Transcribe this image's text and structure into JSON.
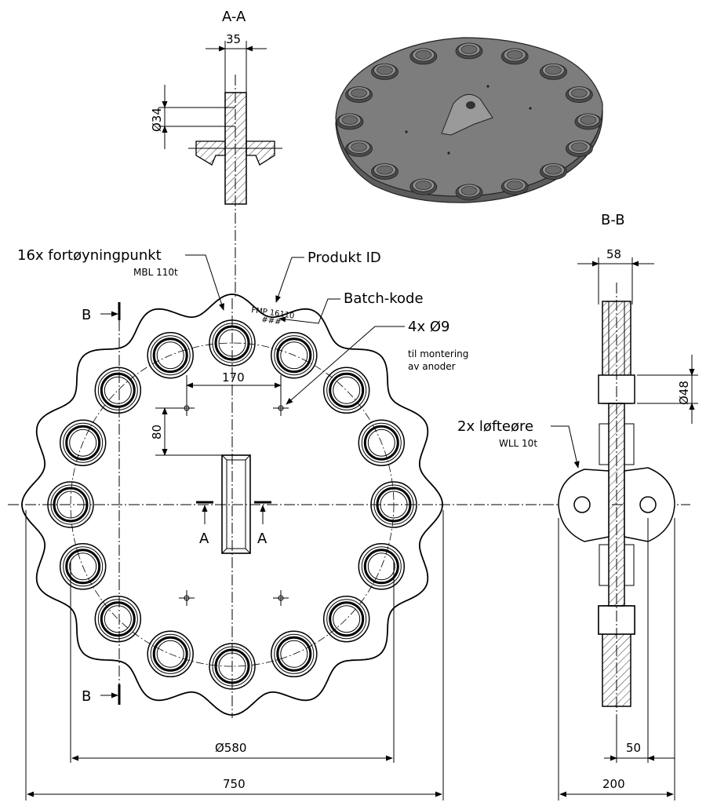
{
  "section_aa": {
    "title": "A-A",
    "dim_width": "35",
    "dim_diameter": "Ø34"
  },
  "section_bb": {
    "title": "B-B",
    "dim_width": "58",
    "dim_diameter": "Ø48",
    "dim_offset": "50",
    "dim_total": "200"
  },
  "lifting": {
    "label": "2x løfteøre",
    "sub": "WLL 10t"
  },
  "mooring": {
    "label": "16x fortøyningpunkt",
    "sub": "MBL 110t",
    "count": 16
  },
  "product": {
    "label": "Produkt ID",
    "text_top": "FMP 16110",
    "text_bottom": "###"
  },
  "batch": {
    "label": "Batch-kode"
  },
  "holes": {
    "label": "4x Ø9",
    "sub_line1": "til montering",
    "sub_line2": "av anoder"
  },
  "plan": {
    "dim_170": "170",
    "dim_80": "80",
    "dim_580": "Ø580",
    "dim_750": "750"
  },
  "section_marks": {
    "a": "A",
    "b": "B"
  }
}
